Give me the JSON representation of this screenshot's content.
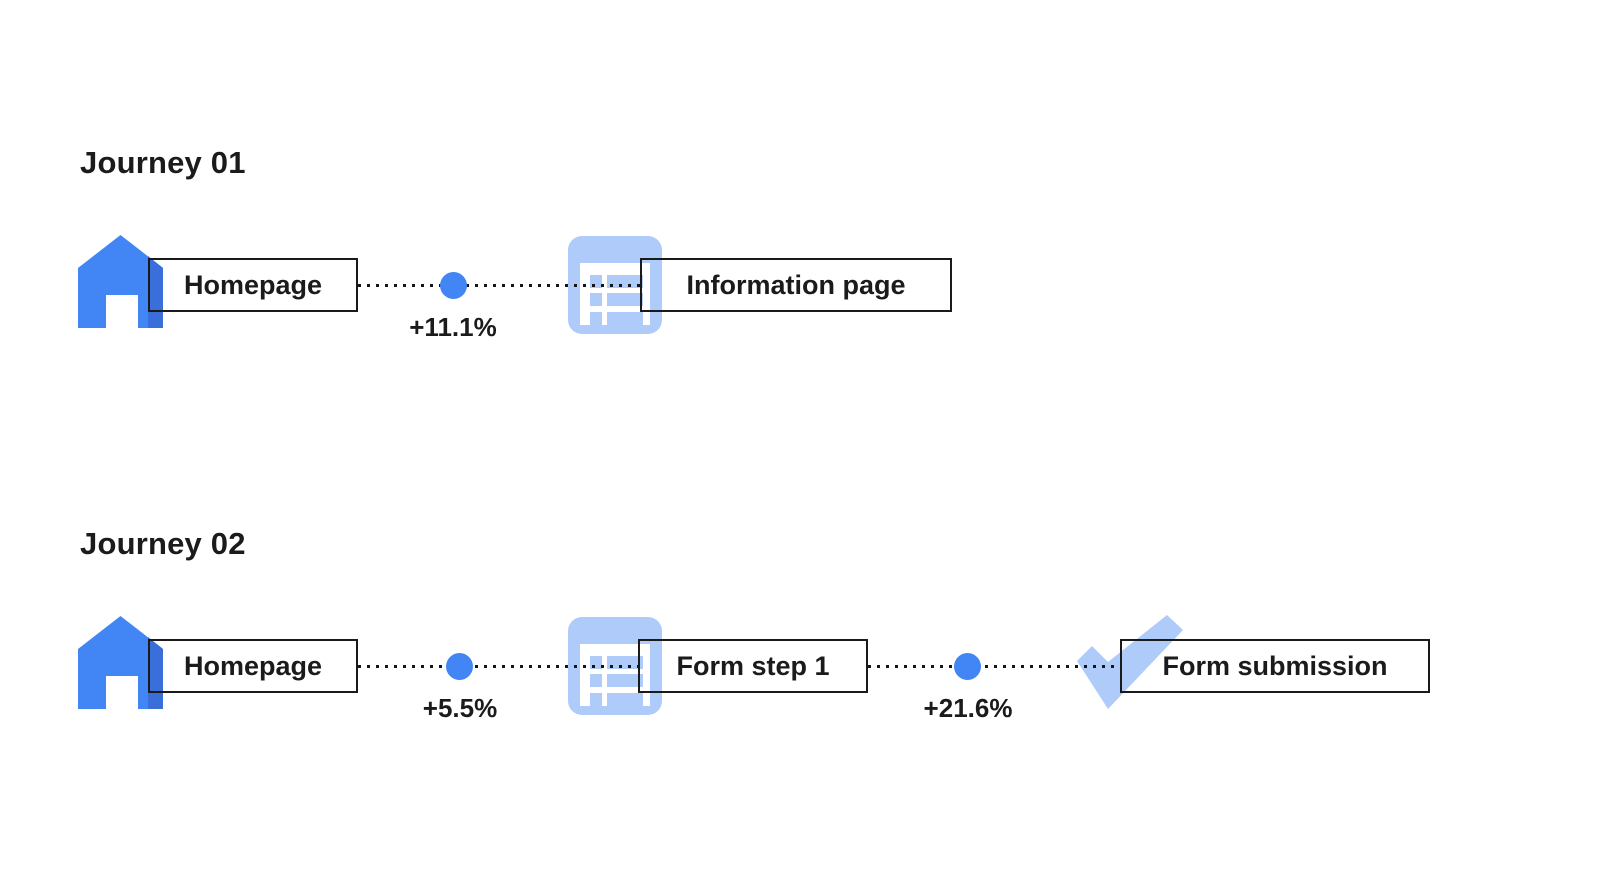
{
  "colors": {
    "blue": "#4285F4",
    "dark_blue": "#3A6FD9",
    "light_blue": "#AECBFA",
    "text": "#1b1b1b",
    "line": "#151515",
    "border": "#1a1a1a",
    "bg": "#ffffff"
  },
  "journeys": [
    {
      "title": "Journey 01",
      "steps": [
        {
          "icon": "home-icon",
          "label": "Homepage"
        },
        {
          "icon": "form-page-icon",
          "label": "Information page"
        }
      ],
      "transitions": [
        {
          "value": "+11.1%"
        }
      ]
    },
    {
      "title": "Journey 02",
      "steps": [
        {
          "icon": "home-icon",
          "label": "Homepage"
        },
        {
          "icon": "form-page-icon",
          "label": "Form step 1"
        },
        {
          "icon": "check-icon",
          "label": "Form submission"
        }
      ],
      "transitions": [
        {
          "value": "+5.5%"
        },
        {
          "value": "+21.6%"
        }
      ]
    }
  ]
}
